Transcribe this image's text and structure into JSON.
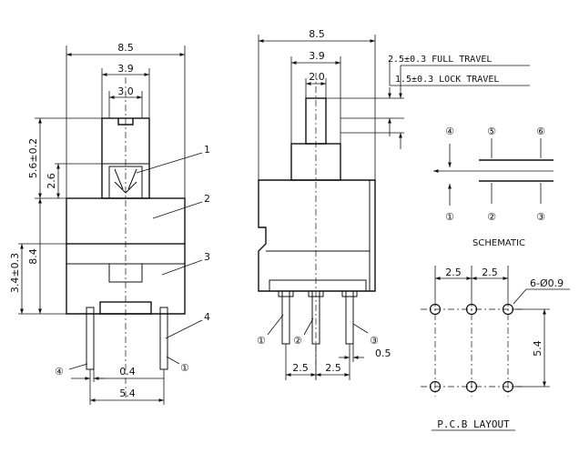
{
  "front_view": {
    "dims": {
      "width_total": "8.5",
      "width_plunger": "3.9",
      "width_cap": "3.0",
      "height_plunger": "5.6±0.2",
      "height_small": "2.6",
      "height_body": "8.4",
      "height_lower": "3.4±0.3",
      "pin_gap": "0.4",
      "pin_span": "5.4"
    },
    "callouts": [
      "1",
      "2",
      "3",
      "4"
    ],
    "pin_labels": [
      "④",
      "①"
    ]
  },
  "side_view": {
    "dims": {
      "width_total": "8.5",
      "width_plunger": "3.9",
      "width_stem": "2.0",
      "full_travel": "2.5±0.3 FULL TRAVEL",
      "lock_travel": "1.5±0.3 LOCK TRAVEL",
      "pitch_a": "2.5",
      "pitch_b": "2.5",
      "pin_thickness": "0.5"
    },
    "pin_labels": [
      "①",
      "②",
      "③"
    ]
  },
  "schematic": {
    "title": "SCHEMATIC",
    "top_labels": [
      "④",
      "⑤",
      "⑥"
    ],
    "bottom_labels": [
      "①",
      "②",
      "③"
    ]
  },
  "pcb": {
    "title": "P.C.B LAYOUT",
    "pitch_a": "2.5",
    "pitch_b": "2.5",
    "hole_spec": "6-Ø0.9",
    "row_gap": "5.4"
  }
}
